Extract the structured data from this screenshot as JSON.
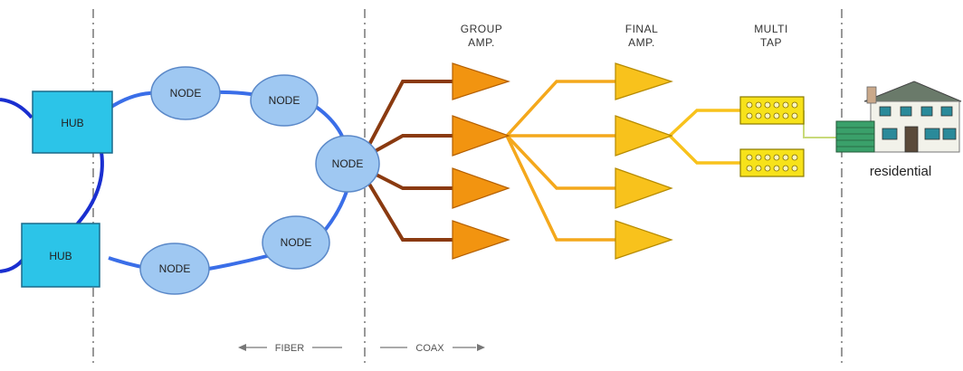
{
  "labels": {
    "hub": "HUB",
    "node": "NODE",
    "residential": "residential",
    "fiber": "FIBER",
    "coax": "COAX"
  },
  "headers": {
    "group_amp_line1": "GROUP",
    "group_amp_line2": "AMP.",
    "final_amp_line1": "FINAL",
    "final_amp_line2": "AMP.",
    "multi_tap_line1": "MULTI",
    "multi_tap_line2": "TAP"
  },
  "colors": {
    "fiber_ring": "#3a6ee8",
    "hub_link": "#1a2fd0",
    "hub_fill": "#2cc4e8",
    "node_fill": "#9fc8f2",
    "group_amp_fill": "#f29410",
    "group_trunk": "#8a3a10",
    "final_amp_fill": "#f8c21c",
    "final_link": "#f4a81c",
    "tap_fill": "#f7e21a",
    "drop_line": "#c8da7a",
    "divider": "#777777"
  }
}
